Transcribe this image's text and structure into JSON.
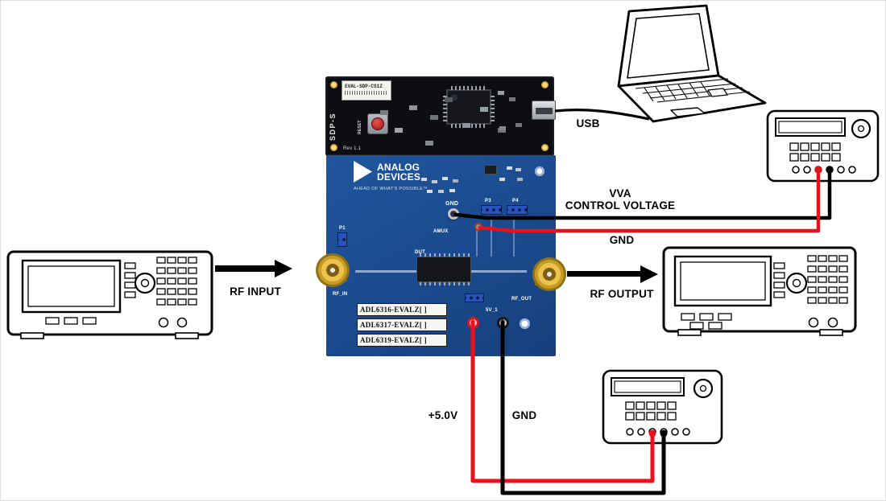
{
  "diagram": {
    "labels": {
      "usb": "USB",
      "vva_control_line1": "VVA",
      "vva_control_line2": "CONTROL VOLTAGE",
      "gnd_top": "GND",
      "rf_input": "RF INPUT",
      "rf_output": "RF OUTPUT",
      "supply_5v": "+5.0V",
      "gnd_bottom": "GND"
    },
    "sdp_board": {
      "side_label": "SDP-S",
      "eval_label": "EVAL-SDP-CS1Z",
      "reset_label": "RESET",
      "rev": "Rev 1.1"
    },
    "eval_board": {
      "brand_line1": "ANALOG",
      "brand_line2": "DEVICES",
      "tagline": "AHEAD OF WHAT'S POSSIBLE™",
      "models": [
        "ADL6316-EVALZ[ ]",
        "ADL6317-EVALZ[ ]",
        "ADL6319-EVALZ[ ]"
      ],
      "ref_rf_in": "RF_IN",
      "ref_rf_out": "RF_OUT",
      "ref_gnd": "GND",
      "ref_amux": "AMUX",
      "ref_dut": "DUT",
      "ref_p1": "P1",
      "ref_p3": "P3",
      "ref_p4": "P4",
      "ref_5v": "5V_1"
    },
    "colors": {
      "pcb_blue": "#1b4f96",
      "pcb_black": "#0d0e12",
      "connector_gold": "#d8a92c",
      "wire_red": "#e8111c",
      "wire_black": "#000000"
    }
  }
}
